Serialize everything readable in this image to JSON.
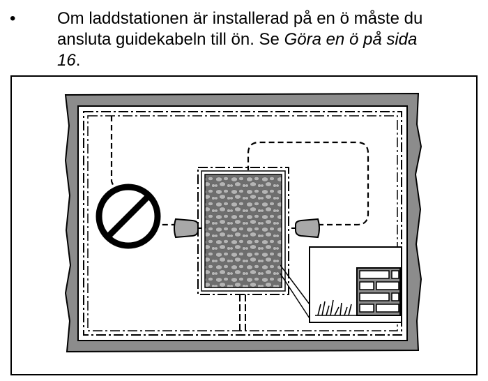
{
  "instruction": {
    "bullet": "•",
    "line1": "Om laddstationen är installerad på en ö måste du",
    "line2_plain": "ansluta guidekabeln till ön. Se ",
    "line2_italic": "Göra en ö på sida",
    "line3_italic": "16",
    "line3_plain": "."
  },
  "figure": {
    "icons": [
      "no-entry-icon",
      "charging-station-icon",
      "wall-bricks-icon",
      "grass-icon"
    ],
    "colors": {
      "border_gray": "#8c8c8c",
      "island_fill": "#6e6e6e",
      "stone_fill": "#b5b5b5",
      "connector_fill": "#a8a8a8"
    }
  }
}
